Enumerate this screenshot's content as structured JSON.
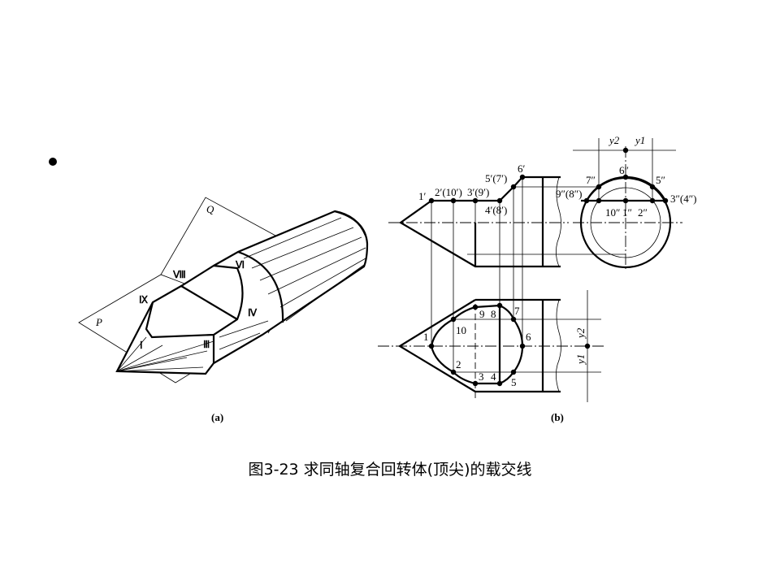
{
  "caption": "图3-23  求同轴复合回转体(顶尖)的载交线",
  "figure_a": {
    "label": "(a)",
    "planes": {
      "p": "P",
      "q": "Q"
    },
    "points": {
      "i": "Ⅰ",
      "iii": "Ⅲ",
      "iv": "Ⅳ",
      "vi": "Ⅵ",
      "viii": "Ⅷ",
      "ix": "Ⅸ"
    }
  },
  "figure_b": {
    "label": "(b)",
    "front_view": {
      "p1": "1′",
      "p2": "2′(10′)",
      "p3": "3′(9′)",
      "p4": "4′(8′)",
      "p5": "5′(7′)",
      "p6": "6′"
    },
    "side_view": {
      "p6": "6″",
      "p7": "7″",
      "p5": "5″",
      "p98": "9″(8″)",
      "p34": "3″(4″)",
      "p10": "10″",
      "p1": "1″",
      "p2": "2″",
      "y2": "y2",
      "y1": "y1"
    },
    "top_view": {
      "p1": "1",
      "p2": "2",
      "p3": "3",
      "p4": "4",
      "p5": "5",
      "p6": "6",
      "p7": "7",
      "p8": "8",
      "p9": "9",
      "p10": "10",
      "y2": "y2",
      "y1": "y1"
    }
  }
}
